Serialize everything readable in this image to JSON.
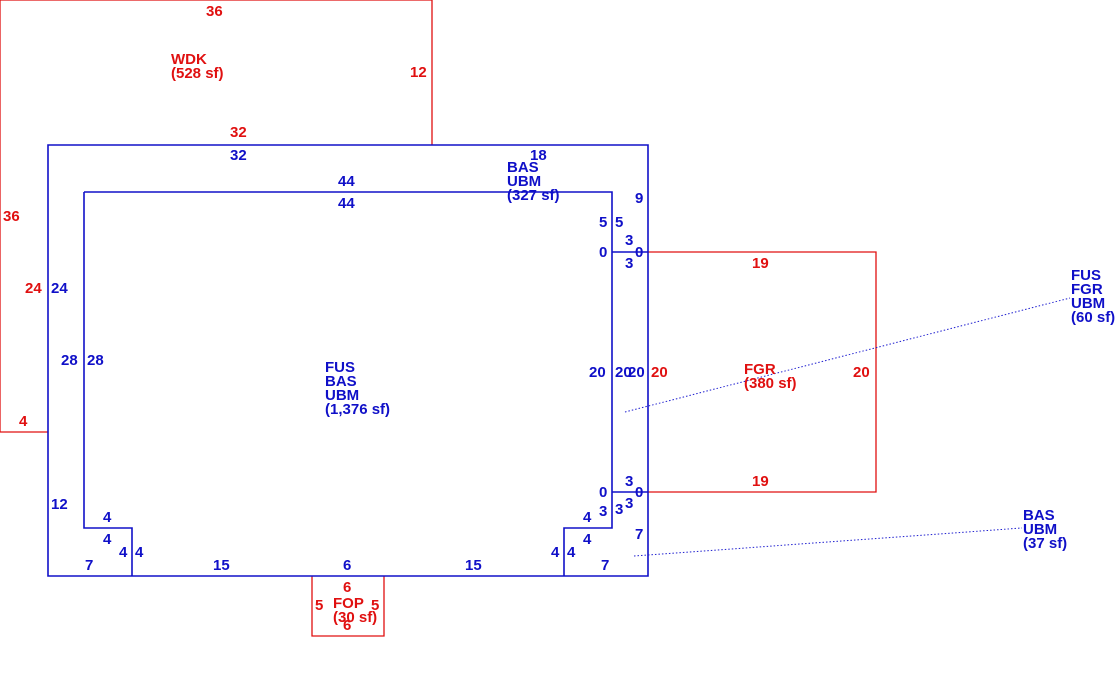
{
  "colors": {
    "red": "#e01010",
    "blue": "#1010c8"
  },
  "areas": {
    "wdk": {
      "code": "WDK",
      "area": "(528 sf)"
    },
    "main": {
      "line1": "FUS",
      "line2": "BAS",
      "line3": "UBM",
      "area": "(1,376 sf)"
    },
    "bas_top": {
      "line1": "BAS",
      "line2": "UBM",
      "area": "(327 sf)"
    },
    "fgr": {
      "code": "FGR",
      "area": "(380 sf)"
    },
    "fus_fgr": {
      "line1": "FUS",
      "line2": "FGR",
      "line3": "UBM",
      "area": "(60 sf)"
    },
    "bas_small": {
      "line1": "BAS",
      "line2": "UBM",
      "area": "(37 sf)"
    },
    "fop": {
      "code": "FOP",
      "area": "(30 sf)"
    }
  },
  "dims": {
    "wdk_top": "36",
    "wdk_right": "12",
    "wdk_bottom": "32",
    "wdk_left": "36",
    "wdk_left_inner": "24",
    "wdk_bottom_left": "4",
    "outer_top": "32",
    "outer_top_right": "18",
    "outer_left": "24",
    "outer_left_lower": "12",
    "inner_top_a": "44",
    "inner_top_b": "44",
    "inner_left_a": "28",
    "inner_left_b": "28",
    "right_9": "9",
    "right_5a": "5",
    "right_5b": "5",
    "right_3a": "3",
    "right_3b": "3",
    "right_0a": "0",
    "right_0b": "0",
    "right_20a": "20",
    "right_20b": "20",
    "right_20c": "20",
    "right_3c": "3",
    "right_3d": "3",
    "right_3e": "3",
    "right_0c": "0",
    "right_0d": "0",
    "right_7a": "7",
    "right_7b": "7",
    "br_4a": "4",
    "br_4b": "4",
    "br_4c": "4",
    "br_4d": "4",
    "bl_4a": "4",
    "bl_4b": "4",
    "bl_4c": "4",
    "bl_4d": "4",
    "bl_7": "7",
    "bottom_15a": "15",
    "bottom_6": "6",
    "bottom_15b": "15",
    "fgr_top": "19",
    "fgr_right": "20",
    "fgr_bottom": "19",
    "fgr_left": "20",
    "fop_top": "6",
    "fop_left": "5",
    "fop_right": "5",
    "fop_bottom": "6"
  }
}
